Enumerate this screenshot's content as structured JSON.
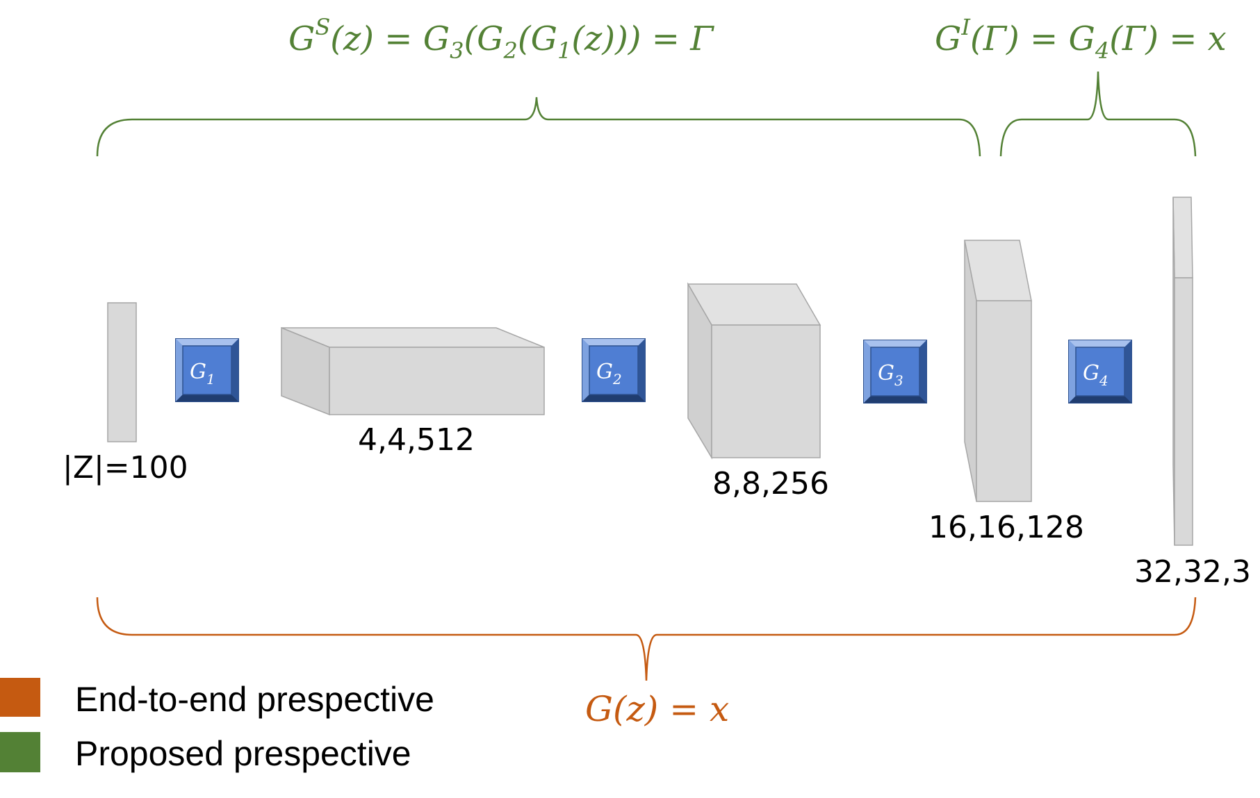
{
  "formulas": {
    "semantic": {
      "lhs": "G",
      "lhs_sup": "S",
      "arg": "(z) = G",
      "sub3": "3",
      "mid": "(G",
      "sub2": "2",
      "inner": "(G",
      "sub1": "1",
      "tail": "(z))) = Γ"
    },
    "image": {
      "lhs": "G",
      "lhs_sup": "I",
      "arg": "(Γ) = G",
      "sub4": "4",
      "tail": "(Γ) = x"
    },
    "end_to_end": "G(z) = x"
  },
  "generators": [
    {
      "symbol": "G",
      "sub": "1"
    },
    {
      "symbol": "G",
      "sub": "2"
    },
    {
      "symbol": "G",
      "sub": "3"
    },
    {
      "symbol": "G",
      "sub": "4"
    }
  ],
  "tensors": [
    {
      "label": "|Z|=100"
    },
    {
      "label": "4,4,512"
    },
    {
      "label": "8,8,256"
    },
    {
      "label": "16,16,128"
    },
    {
      "label": "32,32,3"
    }
  ],
  "legend": [
    {
      "label": "End-to-end prespective",
      "color": "#c55a11"
    },
    {
      "label": "Proposed prespective",
      "color": "#538135"
    }
  ],
  "colors": {
    "green": "#538135",
    "orange": "#c55a11",
    "generator": "#4472c4",
    "tensor": "#d9d9d9"
  }
}
